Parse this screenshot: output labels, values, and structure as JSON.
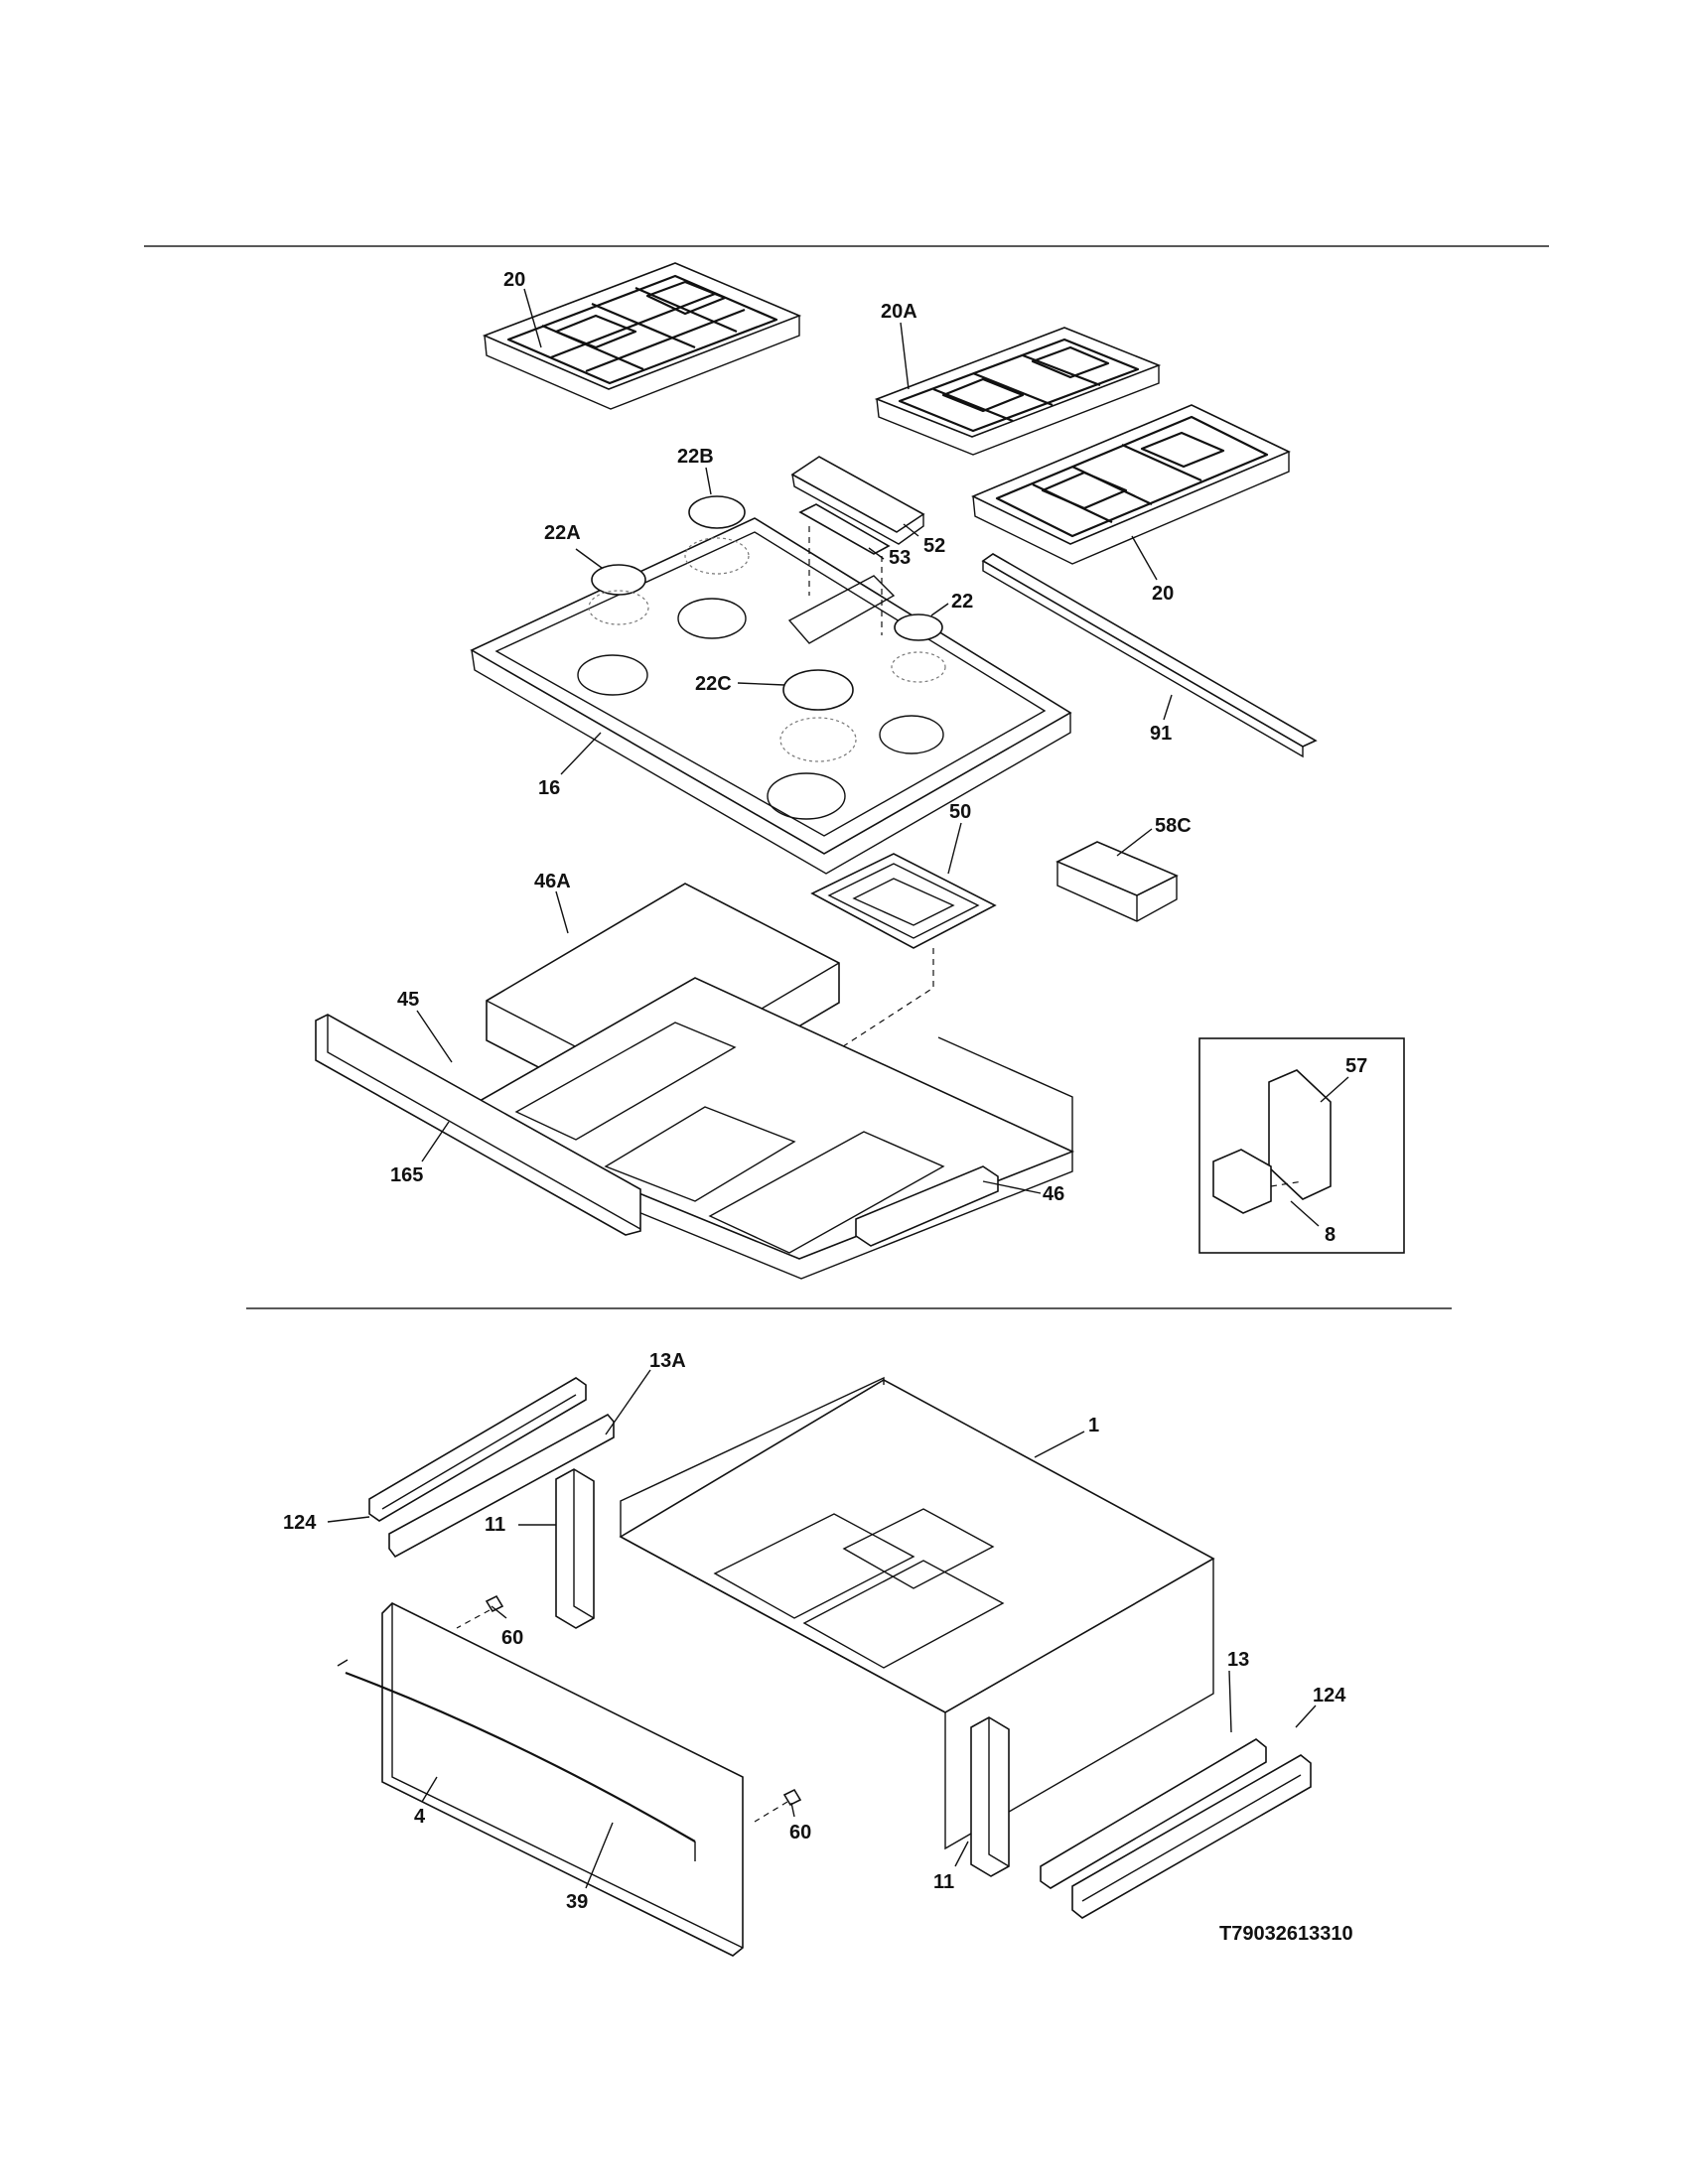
{
  "diagram_code": "T79032613310",
  "callouts": {
    "c20a": "20",
    "c20A": "20A",
    "c22B": "22B",
    "c52": "52",
    "c53": "53",
    "c22A": "22A",
    "c22": "22",
    "c20b": "20",
    "c22C": "22C",
    "c91": "91",
    "c16": "16",
    "c50": "50",
    "c58C": "58C",
    "c46A": "46A",
    "c45": "45",
    "c57": "57",
    "c165": "165",
    "c46": "46",
    "c8": "8",
    "c13A": "13A",
    "c1": "1",
    "c124a": "124",
    "c11a": "11",
    "c60a": "60",
    "c13": "13",
    "c124b": "124",
    "c60b": "60",
    "c4": "4",
    "c11b": "11",
    "c39": "39"
  }
}
